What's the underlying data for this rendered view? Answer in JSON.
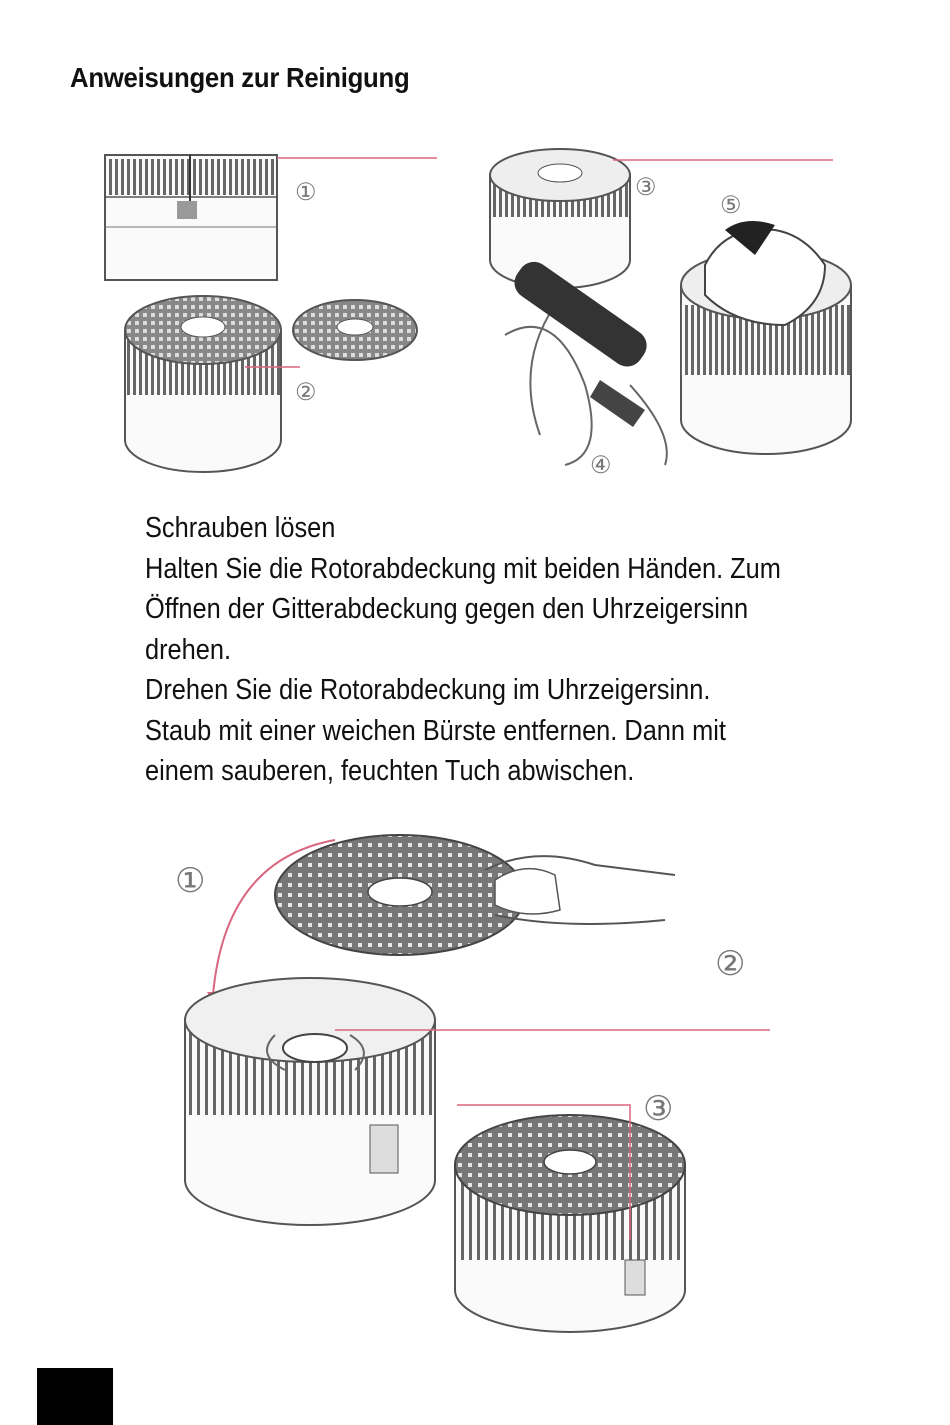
{
  "page": {
    "title": "Anweisungen zur Reinigung"
  },
  "steps": [
    "Schrauben lösen",
    "Halten Sie die Rotorabdeckung mit beiden Händen. Zum",
    "Öffnen der Gitterabdeckung gegen den Uhrzeigersinn",
    "drehen.",
    "Drehen Sie die Rotorabdeckung im Uhrzeigersinn.",
    "Staub mit einer weichen Bürste entfernen. Dann mit",
    "einem sauberen, feuchten Tuch abwischen."
  ],
  "figure_top": {
    "callouts": [
      "①",
      "②",
      "③",
      "④",
      "⑤"
    ]
  },
  "figure_bottom": {
    "callouts": [
      "①",
      "②",
      "③"
    ]
  },
  "colors": {
    "accent_line": "#d9667f",
    "drawing": "#555555",
    "text": "#111111"
  }
}
